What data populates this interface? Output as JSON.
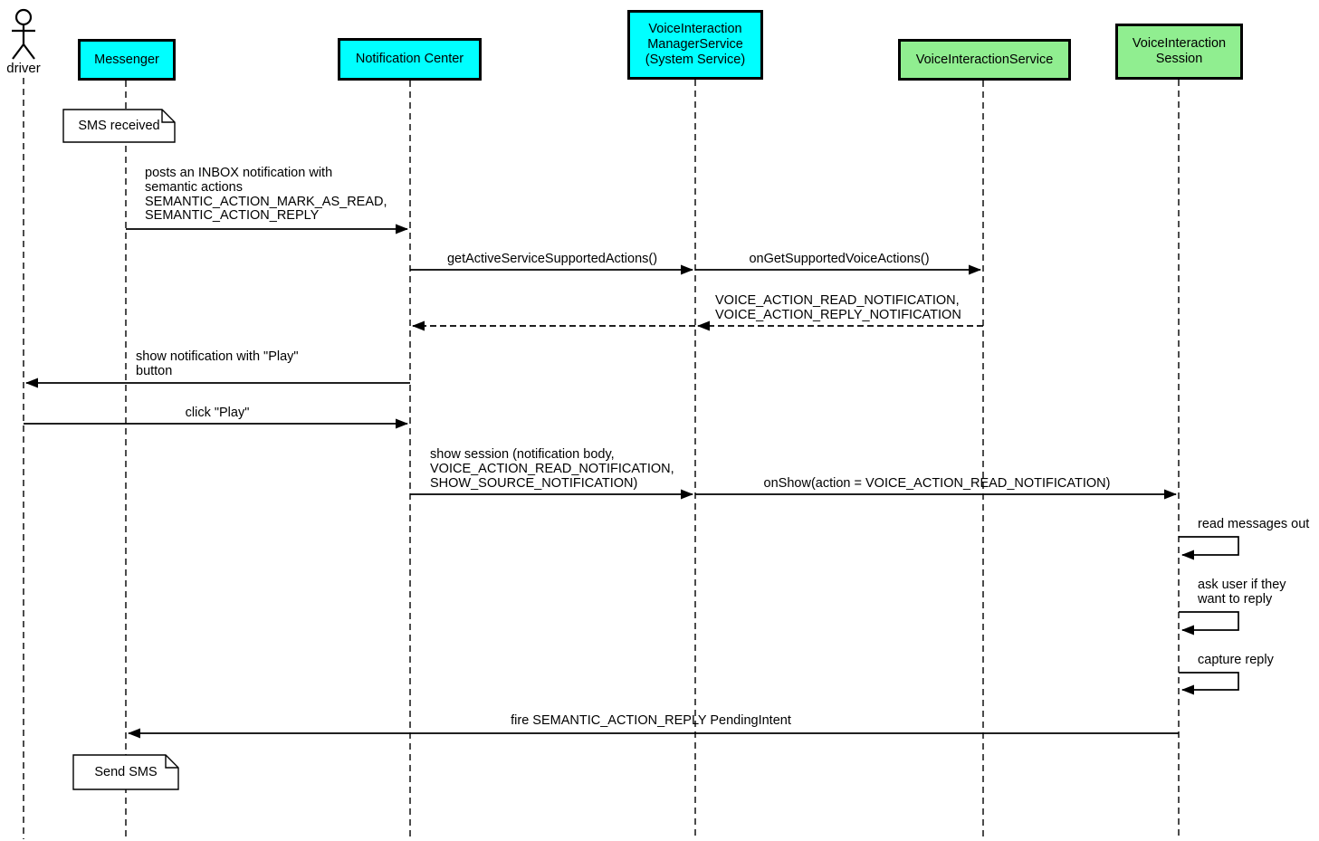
{
  "actor": {
    "label": "driver"
  },
  "participants": [
    {
      "label": "Messenger",
      "color": "#00ffff"
    },
    {
      "label": "Notification Center",
      "color": "#00ffff"
    },
    {
      "label": "VoiceInteraction\nManagerService\n(System Service)",
      "color": "#00ffff"
    },
    {
      "label": "VoiceInteractionService",
      "color": "#90ee90"
    },
    {
      "label": "VoiceInteraction\nSession",
      "color": "#90ee90"
    }
  ],
  "notes": [
    {
      "label": "SMS received"
    },
    {
      "label": "Send SMS"
    }
  ],
  "messages": [
    {
      "label": "posts an INBOX notification with\nsemantic actions\nSEMANTIC_ACTION_MARK_AS_READ,\nSEMANTIC_ACTION_REPLY"
    },
    {
      "label": "getActiveServiceSupportedActions()"
    },
    {
      "label": "onGetSupportedVoiceActions()"
    },
    {
      "label": "VOICE_ACTION_READ_NOTIFICATION,\nVOICE_ACTION_REPLY_NOTIFICATION"
    },
    {
      "label": "show notification with \"Play\"\nbutton"
    },
    {
      "label": "click \"Play\""
    },
    {
      "label": "show session (notification body,\nVOICE_ACTION_READ_NOTIFICATION,\nSHOW_SOURCE_NOTIFICATION)"
    },
    {
      "label": "onShow(action = VOICE_ACTION_READ_NOTIFICATION)"
    },
    {
      "label": "read messages out"
    },
    {
      "label": "ask user if they\nwant to reply"
    },
    {
      "label": "capture reply"
    },
    {
      "label": "fire SEMANTIC_ACTION_REPLY PendingIntent"
    }
  ],
  "colors": {
    "app_cyan": "#00ffff",
    "service_green": "#90ee90",
    "line": "#000000",
    "note_bg": "#ffffff",
    "background": "#ffffff"
  }
}
